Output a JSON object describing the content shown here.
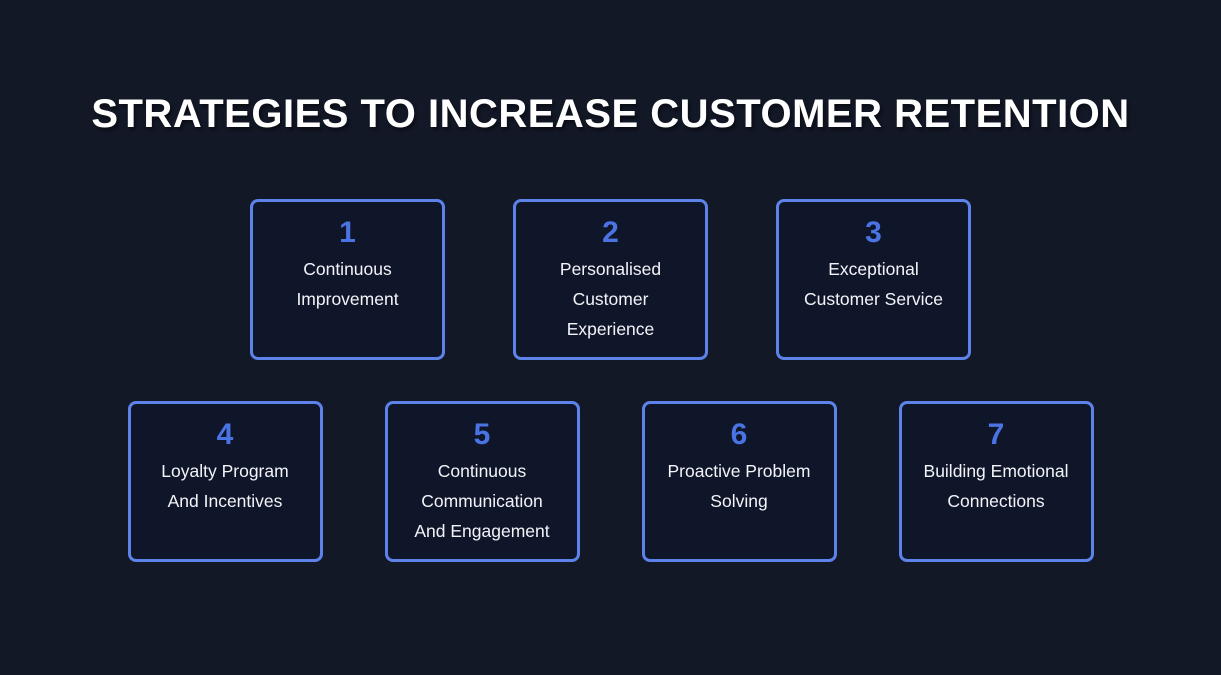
{
  "page": {
    "title": "STRATEGIES TO INCREASE CUSTOMER RETENTION"
  },
  "colors": {
    "background": "#131827",
    "box_border": "#5d83ea",
    "box_fill": "#10162a",
    "number_accent": "#4a74e4",
    "title_text": "#ffffff",
    "label_text": "#f2f4f8"
  },
  "boxes": [
    {
      "number": "1",
      "label_lines": [
        "Continuous",
        "Improvement"
      ]
    },
    {
      "number": "2",
      "label_lines": [
        "Personalised",
        "Customer",
        "Experience"
      ]
    },
    {
      "number": "3",
      "label_lines": [
        "Exceptional",
        "Customer Service"
      ]
    },
    {
      "number": "4",
      "label_lines": [
        "Loyalty Program",
        "And Incentives"
      ]
    },
    {
      "number": "5",
      "label_lines": [
        "Continuous",
        "Communication",
        "And Engagement"
      ]
    },
    {
      "number": "6",
      "label_lines": [
        "Proactive Problem",
        "Solving"
      ]
    },
    {
      "number": "7",
      "label_lines": [
        "Building Emotional",
        "Connections"
      ]
    }
  ]
}
